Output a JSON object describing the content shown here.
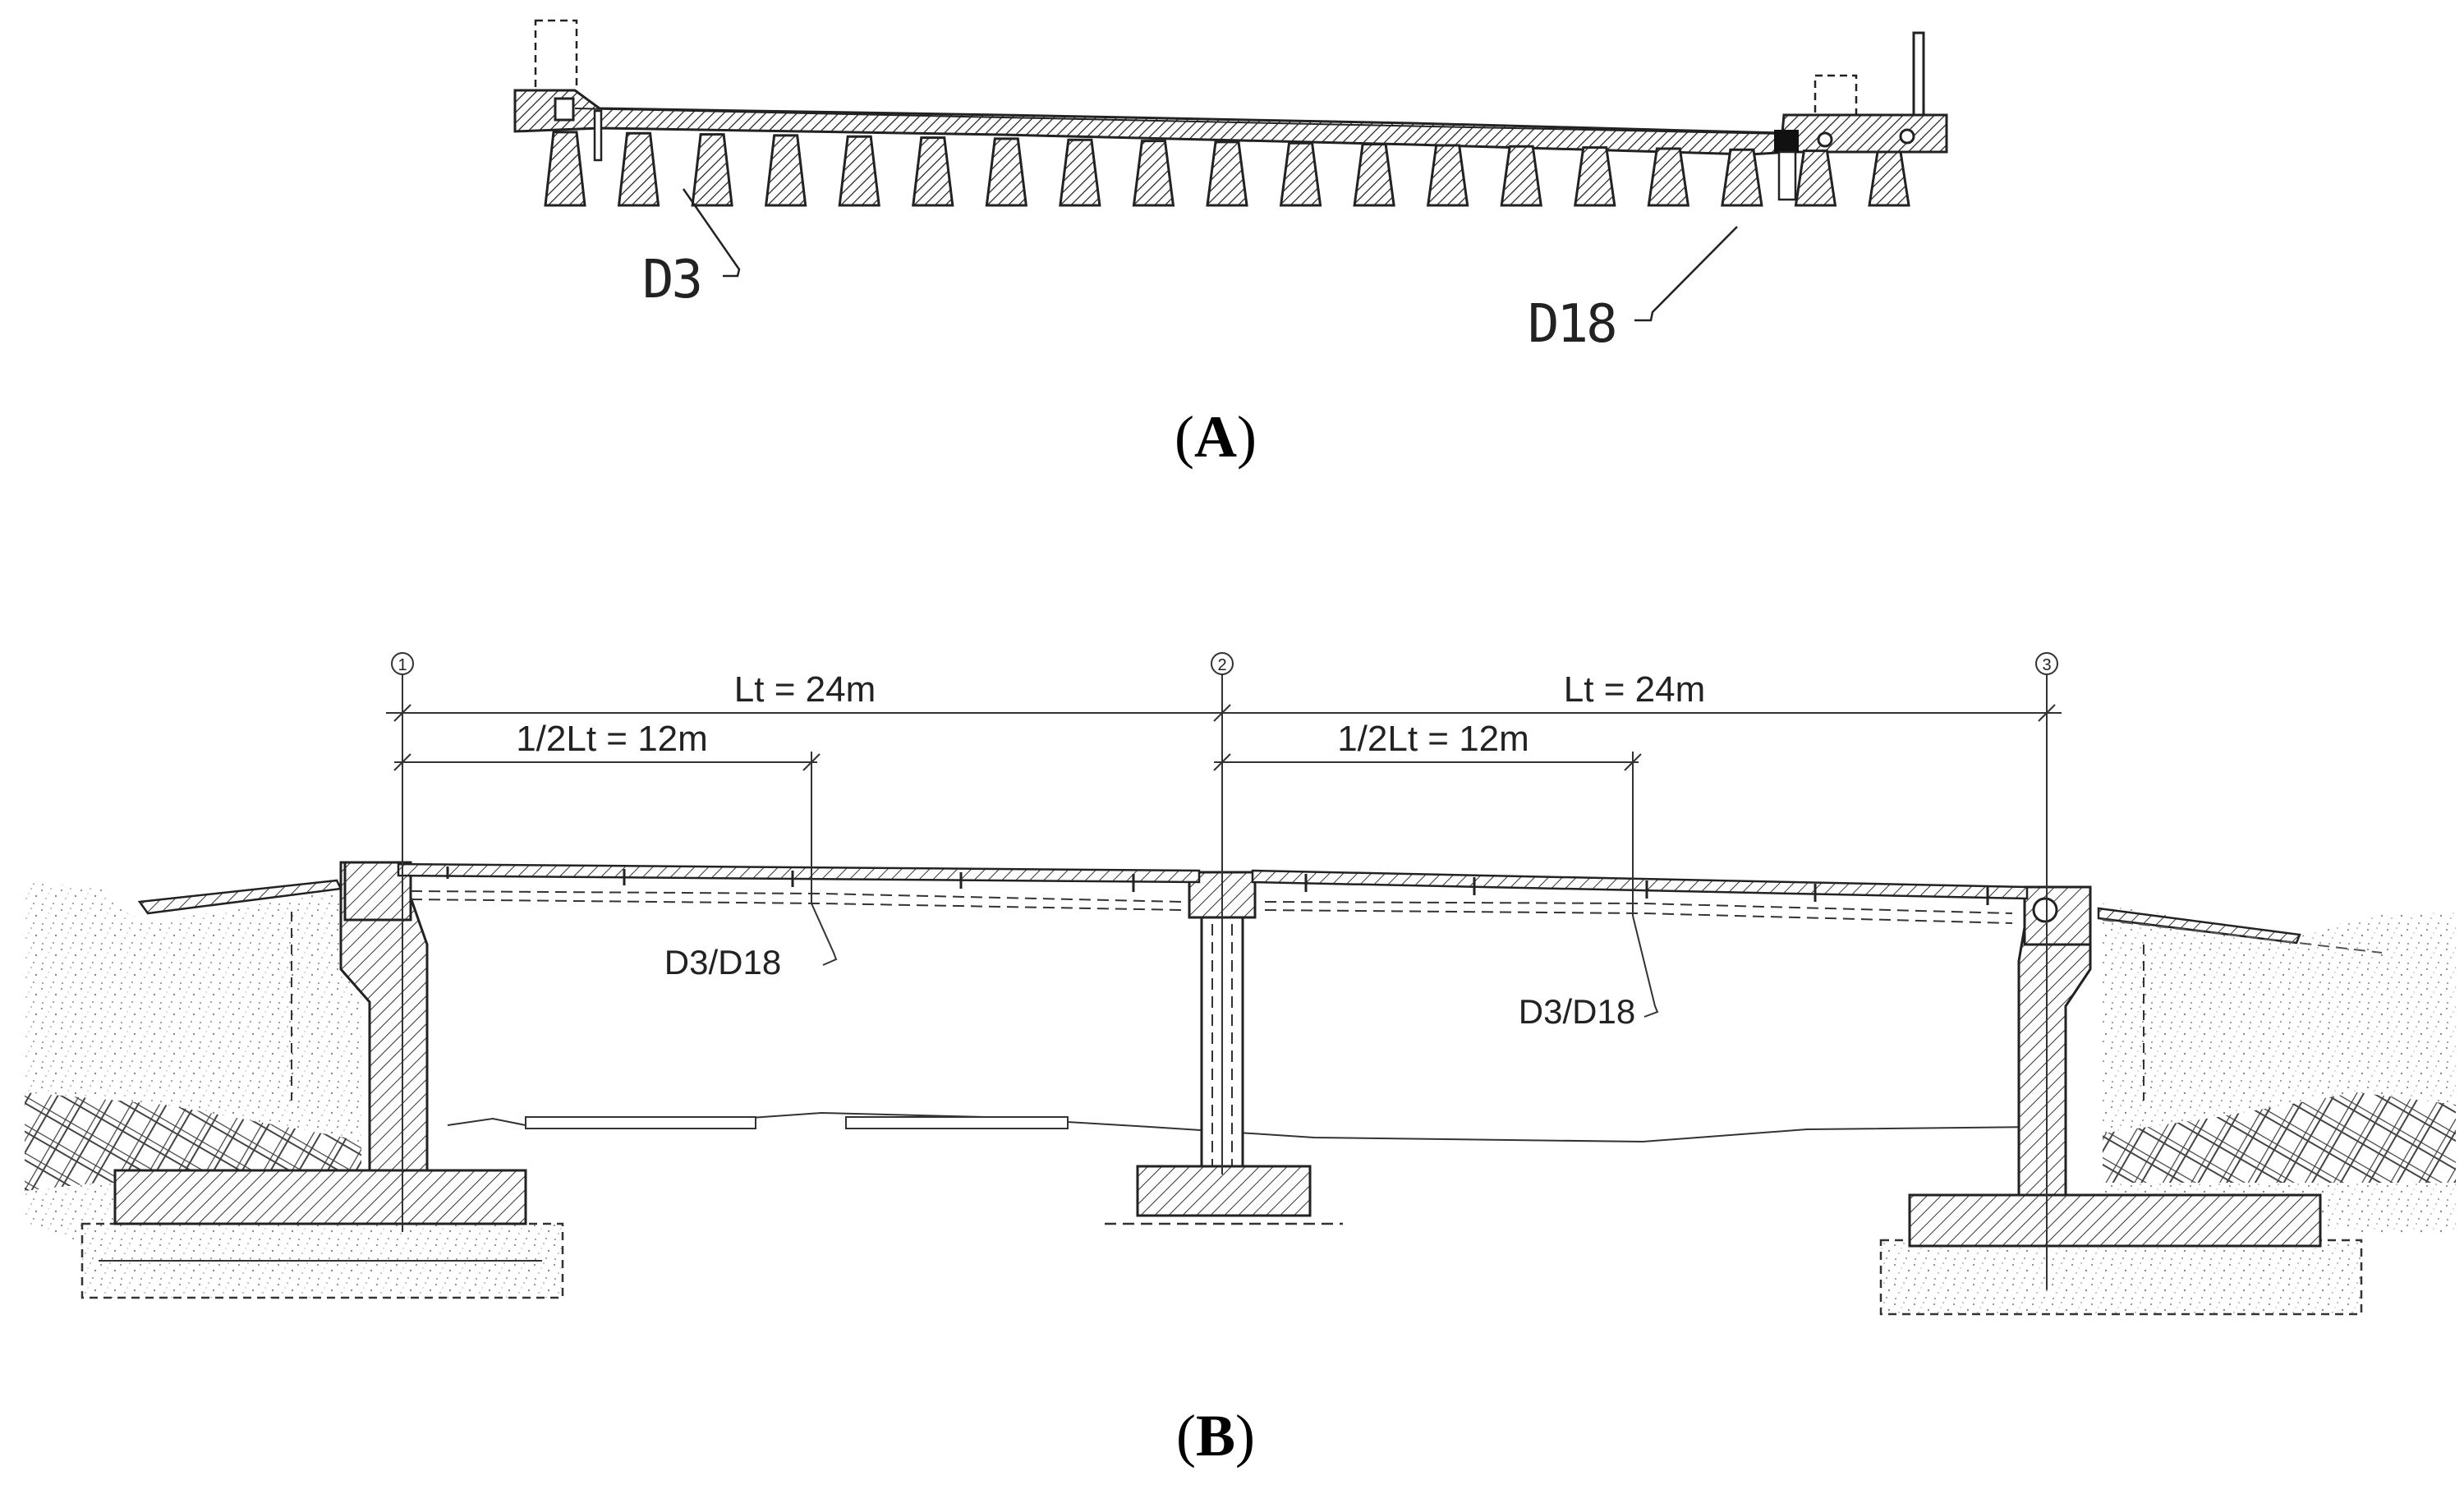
{
  "panel_a": {
    "caption_prefix": "(",
    "caption_letter": "A",
    "caption_suffix": ")",
    "label_left": "D3",
    "label_right": "D18",
    "girder_count": 19
  },
  "panel_b": {
    "caption_prefix": "(",
    "caption_letter": "B",
    "caption_suffix": ")",
    "axis_1": "1",
    "axis_2": "2",
    "axis_3": "3",
    "span_left": "Lt = 24m",
    "span_right": "Lt = 24m",
    "half_left": "1/2Lt = 12m",
    "half_right": "1/2Lt = 12m",
    "section_left": "D3/D18",
    "section_right": "D3/D18"
  },
  "colors": {
    "line": "#222222",
    "soil": "#9a9a9a"
  }
}
